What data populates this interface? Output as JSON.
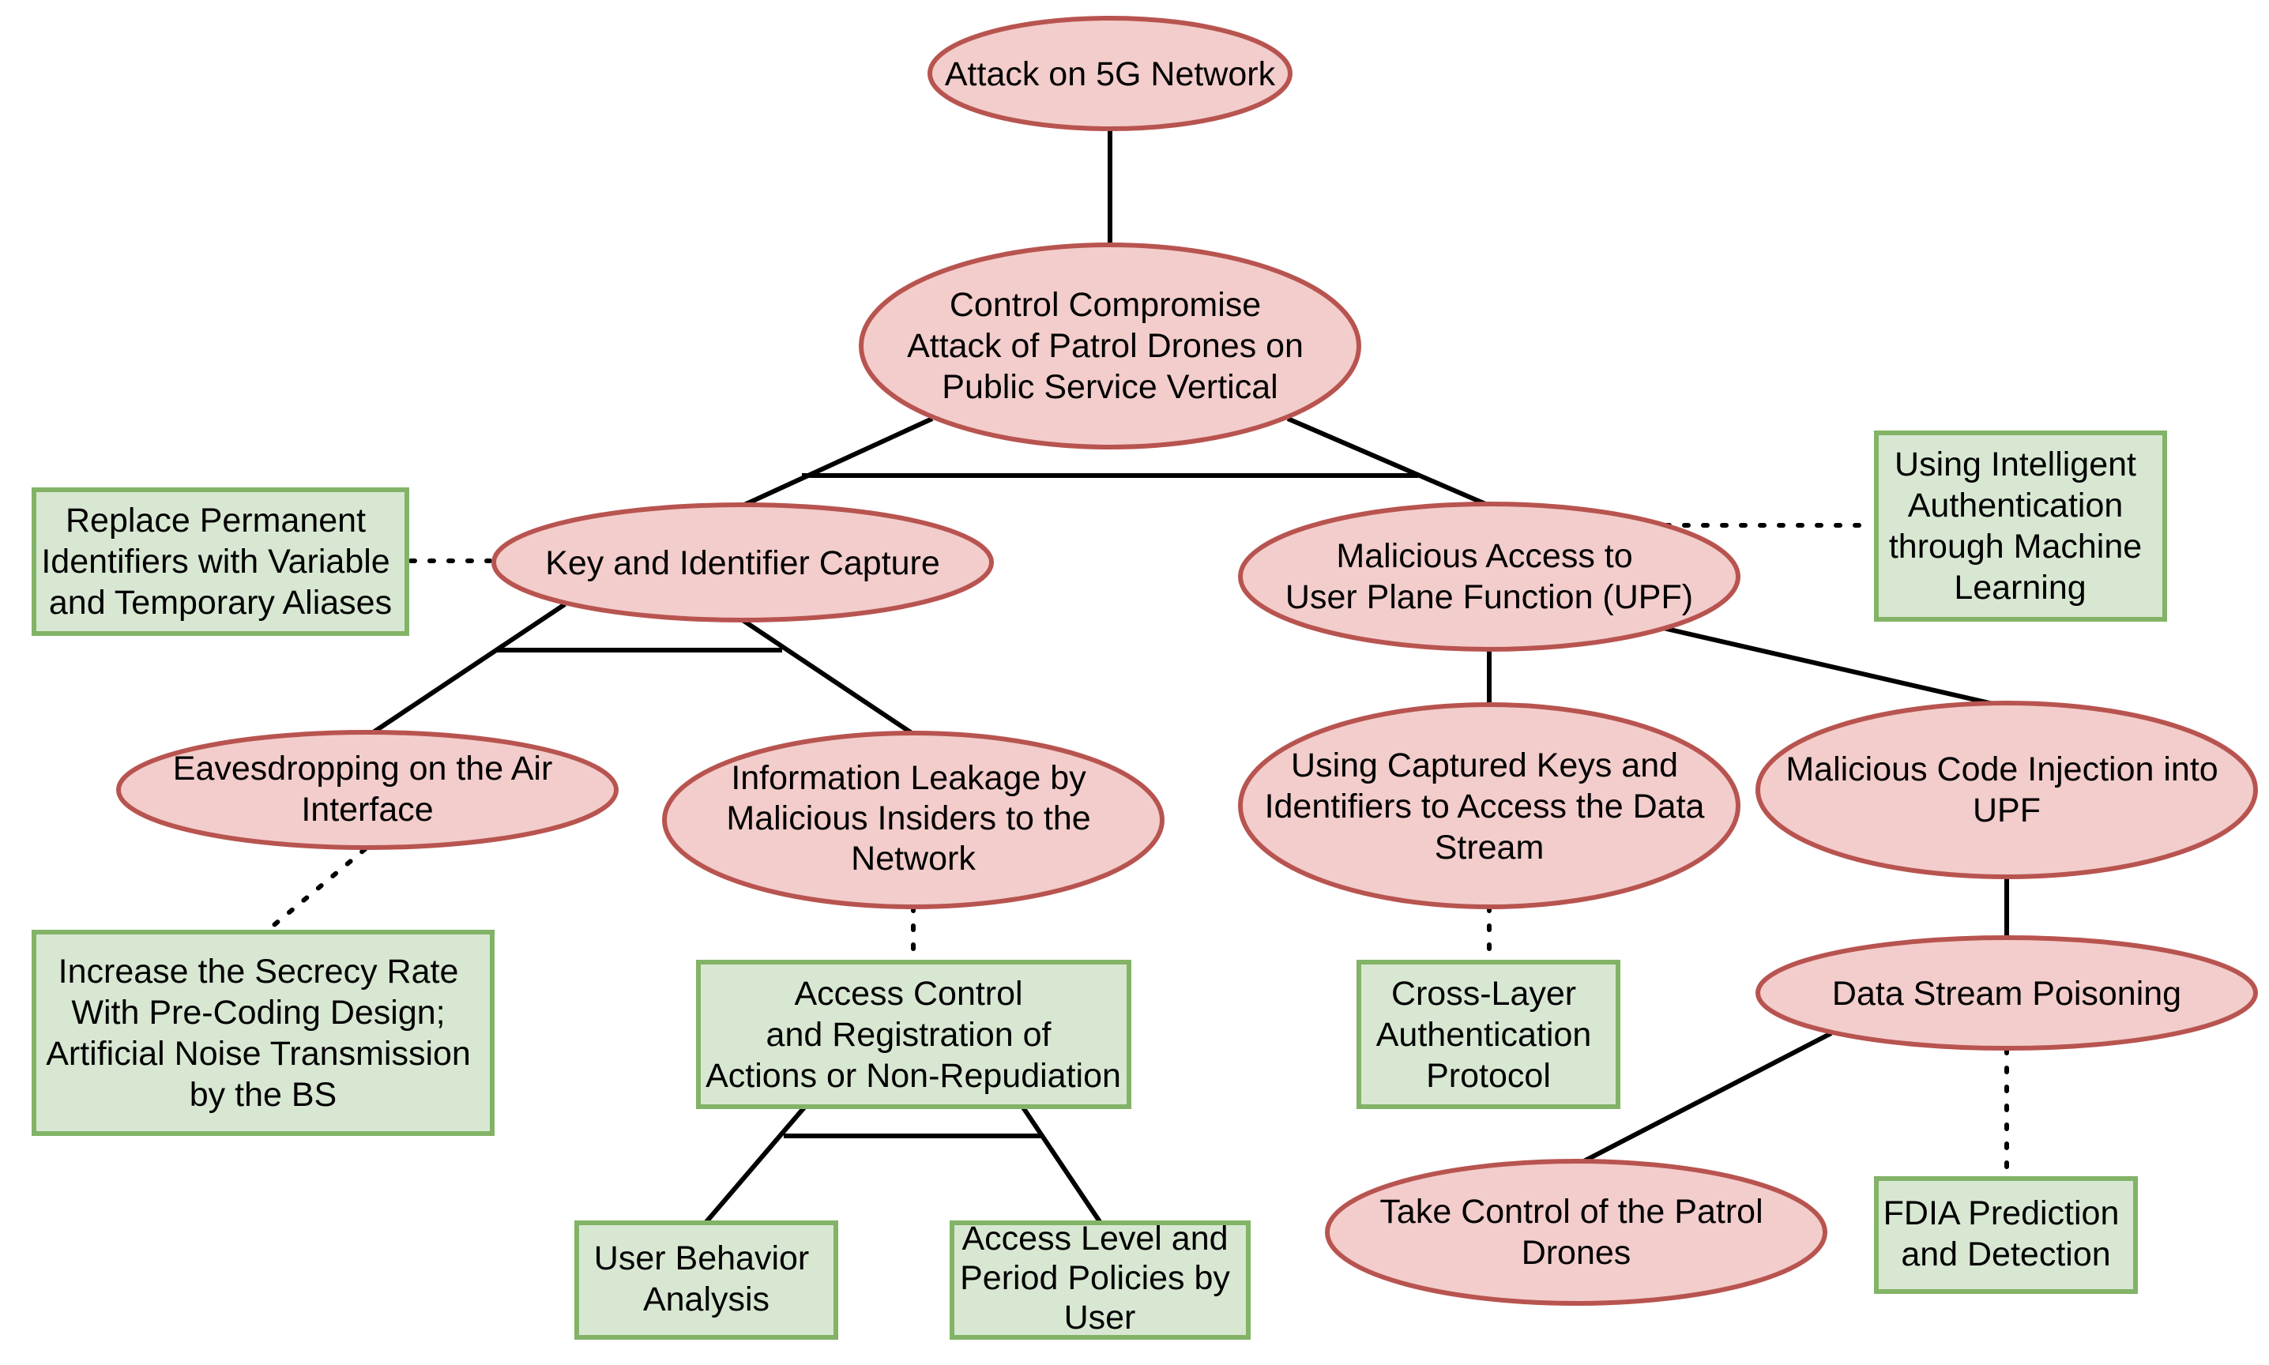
{
  "nodes": {
    "attack_5g": {
      "kind": "attack",
      "lines": [
        "Attack on 5G Network"
      ]
    },
    "control_compromise": {
      "kind": "attack",
      "lines": [
        "Control Compromise",
        "Attack of Patrol Drones on",
        "Public Service Vertical"
      ]
    },
    "key_capture": {
      "kind": "attack",
      "lines": [
        "Key and Identifier Capture"
      ]
    },
    "upf_access": {
      "kind": "attack",
      "lines": [
        "Malicious Access to",
        "User Plane Function (UPF)"
      ]
    },
    "eavesdropping": {
      "kind": "attack",
      "lines": [
        "Eavesdropping on the Air",
        "Interface"
      ]
    },
    "info_leakage": {
      "kind": "attack",
      "lines": [
        "Information Leakage by",
        "Malicious Insiders to the",
        "Network"
      ]
    },
    "captured_keys": {
      "kind": "attack",
      "lines": [
        "Using Captured Keys and",
        "Identifiers to Access the Data",
        "Stream"
      ]
    },
    "code_injection": {
      "kind": "attack",
      "lines": [
        "Malicious Code Injection into",
        "UPF"
      ]
    },
    "stream_poisoning": {
      "kind": "attack",
      "lines": [
        "Data Stream Poisoning"
      ]
    },
    "take_control": {
      "kind": "attack",
      "lines": [
        "Take Control of the Patrol",
        "Drones"
      ]
    },
    "replace_identifiers": {
      "kind": "defense",
      "lines": [
        "Replace Permanent",
        "Identifiers with Variable",
        "and Temporary Aliases"
      ]
    },
    "intelligent_auth": {
      "kind": "defense",
      "lines": [
        "Using Intelligent",
        "Authentication",
        "through Machine",
        "Learning"
      ]
    },
    "secrecy_rate": {
      "kind": "defense",
      "lines": [
        "Increase the Secrecy Rate",
        "With Pre-Coding Design;",
        "Artificial Noise Transmission",
        "by the BS"
      ]
    },
    "access_control": {
      "kind": "defense",
      "lines": [
        "Access Control",
        "and Registration of",
        "Actions or Non-Repudiation"
      ]
    },
    "cross_layer": {
      "kind": "defense",
      "lines": [
        "Cross-Layer",
        "Authentication",
        "Protocol"
      ]
    },
    "user_behavior": {
      "kind": "defense",
      "lines": [
        "User Behavior",
        "Analysis"
      ]
    },
    "access_level": {
      "kind": "defense",
      "lines": [
        "Access Level and",
        "Period Policies by",
        "User"
      ]
    },
    "fdia": {
      "kind": "defense",
      "lines": [
        "FDIA Prediction",
        "and Detection"
      ]
    }
  },
  "edges": [
    {
      "from": "attack_5g",
      "to": "control_compromise",
      "style": "solid"
    },
    {
      "from": "control_compromise",
      "to": "key_capture",
      "style": "solid",
      "gate": "and"
    },
    {
      "from": "control_compromise",
      "to": "upf_access",
      "style": "solid",
      "gate": "and"
    },
    {
      "from": "key_capture",
      "to": "eavesdropping",
      "style": "solid",
      "gate": "and"
    },
    {
      "from": "key_capture",
      "to": "info_leakage",
      "style": "solid",
      "gate": "and"
    },
    {
      "from": "upf_access",
      "to": "captured_keys",
      "style": "solid"
    },
    {
      "from": "upf_access",
      "to": "code_injection",
      "style": "solid"
    },
    {
      "from": "code_injection",
      "to": "stream_poisoning",
      "style": "solid"
    },
    {
      "from": "stream_poisoning",
      "to": "take_control",
      "style": "solid"
    },
    {
      "from": "access_control",
      "to": "user_behavior",
      "style": "solid",
      "gate": "and"
    },
    {
      "from": "access_control",
      "to": "access_level",
      "style": "solid",
      "gate": "and"
    },
    {
      "from": "key_capture",
      "to": "replace_identifiers",
      "style": "dotted"
    },
    {
      "from": "upf_access",
      "to": "intelligent_auth",
      "style": "dotted"
    },
    {
      "from": "eavesdropping",
      "to": "secrecy_rate",
      "style": "dotted"
    },
    {
      "from": "info_leakage",
      "to": "access_control",
      "style": "dotted"
    },
    {
      "from": "captured_keys",
      "to": "cross_layer",
      "style": "dotted"
    },
    {
      "from": "stream_poisoning",
      "to": "fdia",
      "style": "dotted"
    }
  ],
  "colors": {
    "attack_fill": "#f2cdcb",
    "attack_stroke": "#b85450",
    "defense_fill": "#d8e7d2",
    "defense_stroke": "#82b366",
    "edge": "#000000"
  }
}
